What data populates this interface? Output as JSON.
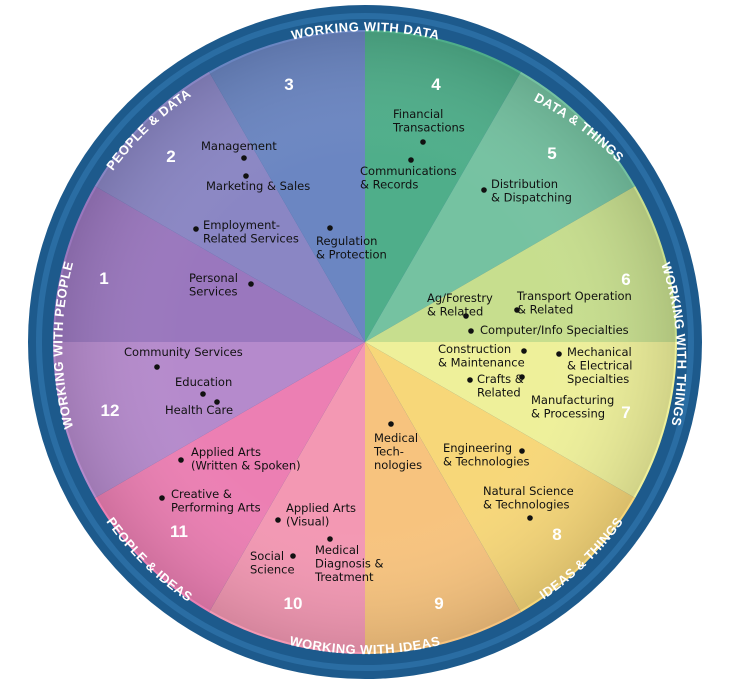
{
  "ring_labels": [
    {
      "id": "top",
      "text": "WORKING WITH DATA"
    },
    {
      "id": "data_things",
      "text": "DATA & THINGS"
    },
    {
      "id": "right",
      "text": "WORKING WITH THINGS"
    },
    {
      "id": "ideas_things",
      "text": "IDEAS & THINGS"
    },
    {
      "id": "bottom",
      "text": "WORKING WITH IDEAS"
    },
    {
      "id": "people_ideas",
      "text": "PEOPLE & IDEAS"
    },
    {
      "id": "left",
      "text": "WORKING WITH PEOPLE"
    },
    {
      "id": "people_data",
      "text": "PEOPLE & DATA"
    }
  ],
  "sector_numbers": [
    "1",
    "2",
    "3",
    "4",
    "5",
    "6",
    "7",
    "8",
    "9",
    "10",
    "11",
    "12"
  ],
  "sector_colors": {
    "s1": "#9a77be",
    "s2": "#8a86c4",
    "s3": "#6b86c2",
    "s4": "#4fae8a",
    "s5": "#75c2a1",
    "s6": "#c7de8e",
    "s7": "#eef09a",
    "s8": "#f7d779",
    "s9": "#f7c37e",
    "s10": "#f398b3",
    "s11": "#ec7fb3",
    "s12": "#b58acc"
  },
  "ring_color": "#1d5a8c",
  "career_areas": [
    {
      "lines": [
        "Management"
      ]
    },
    {
      "lines": [
        "Marketing & Sales"
      ]
    },
    {
      "lines": [
        "Employment-",
        "Related Services"
      ]
    },
    {
      "lines": [
        "Regulation",
        "& Protection"
      ]
    },
    {
      "lines": [
        "Personal",
        "Services"
      ]
    },
    {
      "lines": [
        "Financial",
        "Transactions"
      ]
    },
    {
      "lines": [
        "Communications",
        "& Records"
      ]
    },
    {
      "lines": [
        "Distribution",
        "& Dispatching"
      ]
    },
    {
      "lines": [
        "Ag/Forestry",
        "& Related"
      ]
    },
    {
      "lines": [
        "Transport Operation",
        "& Related"
      ]
    },
    {
      "lines": [
        "Computer/Info Specialties"
      ]
    },
    {
      "lines": [
        "Construction",
        "& Maintenance"
      ]
    },
    {
      "lines": [
        "Mechanical",
        "& Electrical",
        "Specialties"
      ]
    },
    {
      "lines": [
        "Crafts &",
        "Related"
      ]
    },
    {
      "lines": [
        "Manufacturing",
        "& Processing"
      ]
    },
    {
      "lines": [
        "Community Services"
      ]
    },
    {
      "lines": [
        "Education"
      ]
    },
    {
      "lines": [
        "Health Care"
      ]
    },
    {
      "lines": [
        "Medical",
        "Tech-",
        "nologies"
      ]
    },
    {
      "lines": [
        "Engineering",
        "& Technologies"
      ]
    },
    {
      "lines": [
        "Applied Arts",
        "(Written & Spoken)"
      ]
    },
    {
      "lines": [
        "Creative &",
        "Performing Arts"
      ]
    },
    {
      "lines": [
        "Applied Arts",
        "(Visual)"
      ]
    },
    {
      "lines": [
        "Natural Science",
        "& Technologies"
      ]
    },
    {
      "lines": [
        "Social",
        "Science"
      ]
    },
    {
      "lines": [
        "Medical",
        "Diagnosis &",
        "Treatment"
      ]
    }
  ]
}
